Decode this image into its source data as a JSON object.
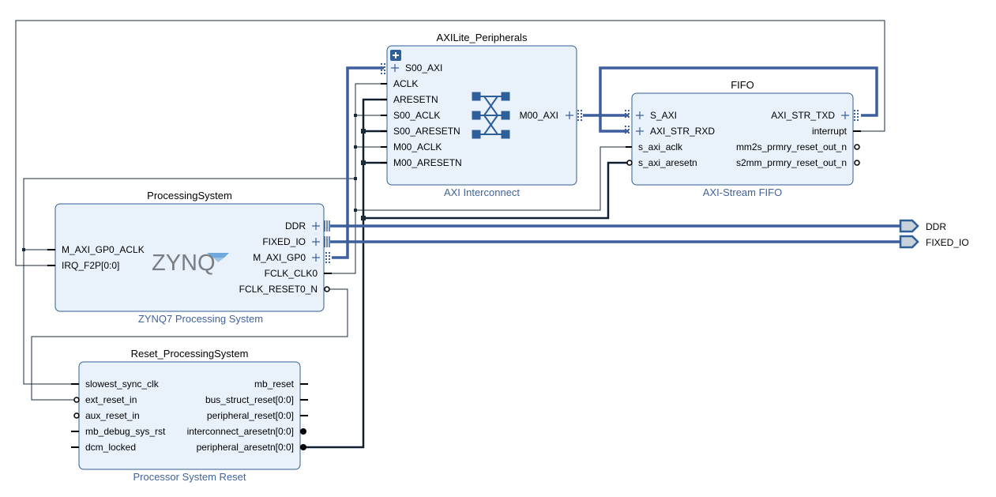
{
  "blocks": {
    "axilite": {
      "name": "AXILite_Peripherals",
      "type": "AXI Interconnect",
      "left_pins": [
        "S00_AXI",
        "ACLK",
        "ARESETN",
        "S00_ACLK",
        "S00_ARESETN",
        "M00_ACLK",
        "M00_ARESETN"
      ],
      "right_pins": [
        "M00_AXI"
      ]
    },
    "fifo": {
      "name": "FIFO",
      "type": "AXI-Stream FIFO",
      "left_pins": [
        "S_AXI",
        "AXI_STR_RXD",
        "s_axi_aclk",
        "s_axi_aresetn"
      ],
      "right_pins": [
        "AXI_STR_TXD",
        "interrupt",
        "mm2s_prmry_reset_out_n",
        "s2mm_prmry_reset_out_n"
      ]
    },
    "ps": {
      "name": "ProcessingSystem",
      "type": "ZYNQ7 Processing System",
      "logo": "ZYNQ",
      "left_pins": [
        "M_AXI_GP0_ACLK",
        "IRQ_F2P[0:0]"
      ],
      "right_pins": [
        "DDR",
        "FIXED_IO",
        "M_AXI_GP0",
        "FCLK_CLK0",
        "FCLK_RESET0_N"
      ]
    },
    "reset": {
      "name": "Reset_ProcessingSystem",
      "type": "Processor System Reset",
      "left_pins": [
        "slowest_sync_clk",
        "ext_reset_in",
        "aux_reset_in",
        "mb_debug_sys_rst",
        "dcm_locked"
      ],
      "right_pins": [
        "mb_reset",
        "bus_struct_reset[0:0]",
        "peripheral_reset[0:0]",
        "interconnect_aresetn[0:0]",
        "peripheral_aresetn[0:0]"
      ]
    }
  },
  "ports": [
    "DDR",
    "FIXED_IO"
  ],
  "colors": {
    "block_fill": "#e9f2fb",
    "block_border": "#2f5f98",
    "bus": "#3d5f9e",
    "wire": "#1a2b3c",
    "subtitle": "#41639a"
  }
}
